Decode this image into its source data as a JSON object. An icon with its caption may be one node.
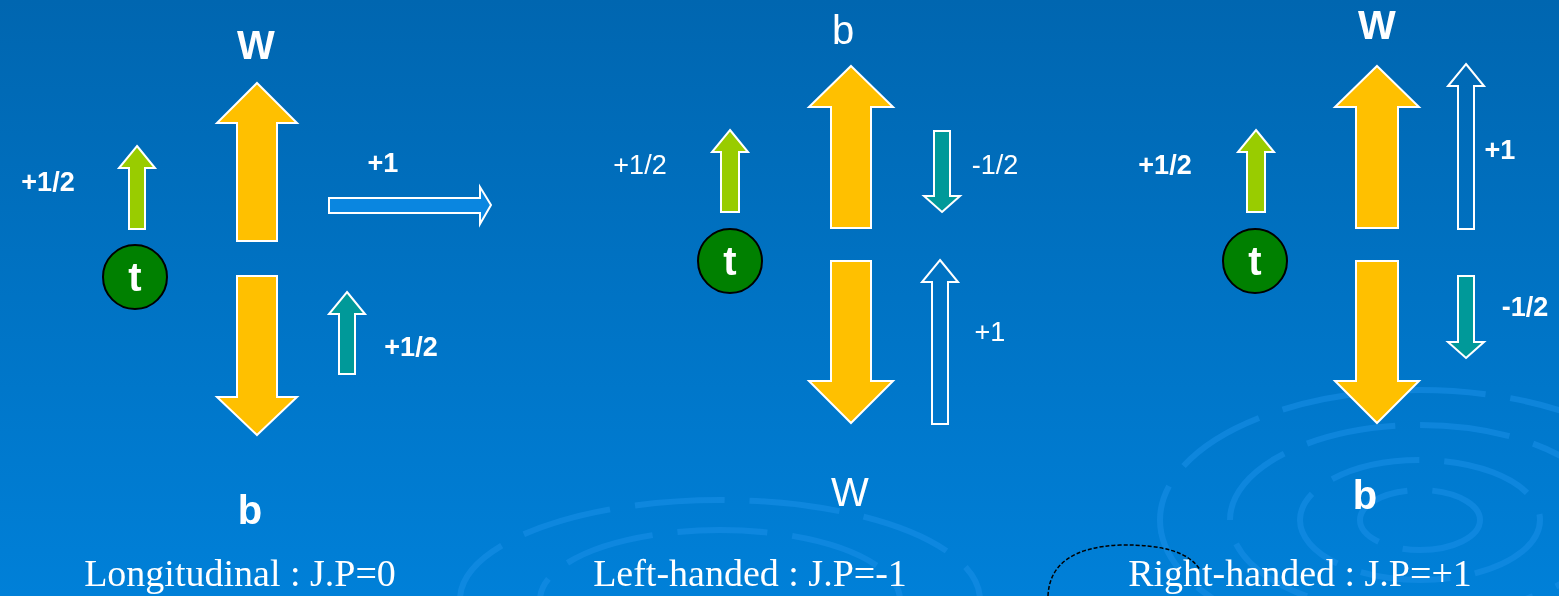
{
  "diagram": {
    "nodes": [
      {
        "text": [
          "t"
        ]
      },
      {
        "text": [
          "t"
        ]
      },
      {
        "text": [
          "t"
        ]
      }
    ],
    "labels": [
      "W",
      "+1/2",
      "+1",
      "+1/2",
      "b",
      "Longitudinal : J.P=0",
      "b",
      "+1/2",
      "-1/2",
      "+1",
      "W",
      "Left-handed : J.P=-1",
      "W",
      "+1/2",
      "+1",
      "-1/2",
      "b",
      "Right-handed : J.P=+1"
    ]
  }
}
